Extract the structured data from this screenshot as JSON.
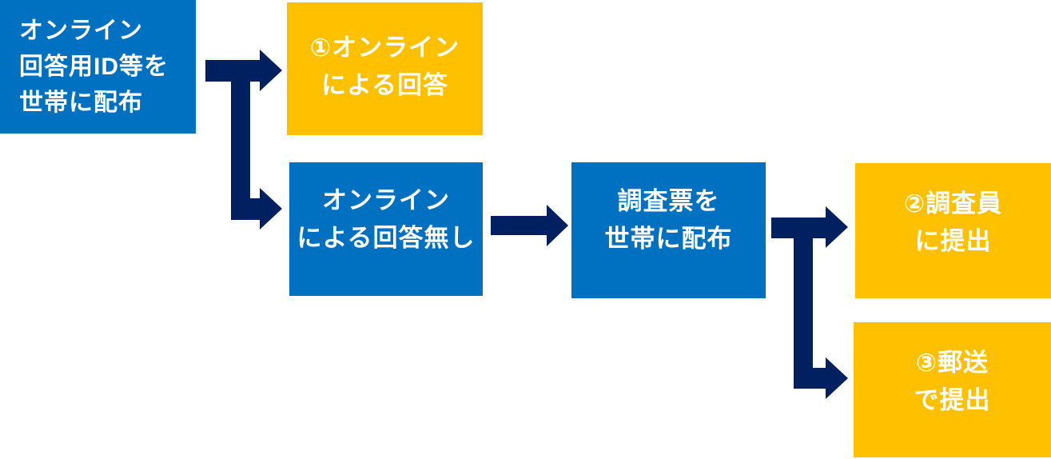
{
  "colors": {
    "box_blue": "#0070C0",
    "box_yellow": "#FFC000",
    "arrow_navy": "#002060",
    "text_white": "#FFFFFF",
    "background": "#FFFFFF"
  },
  "flow": {
    "distribute_online_id": {
      "lines": [
        "オンライン",
        "回答用ID等を",
        "世帯に配布"
      ]
    },
    "online_response": {
      "lines": [
        "①オンライン",
        "による回答"
      ]
    },
    "no_online_response": {
      "lines": [
        "オンライン",
        "による回答無し"
      ]
    },
    "distribute_questionnaire": {
      "lines": [
        "調査票を",
        "世帯に配布"
      ]
    },
    "submit_to_enumerator": {
      "lines": [
        "②調査員",
        "に提出"
      ]
    },
    "submit_by_mail": {
      "lines": [
        "③郵送",
        "で提出"
      ]
    }
  }
}
